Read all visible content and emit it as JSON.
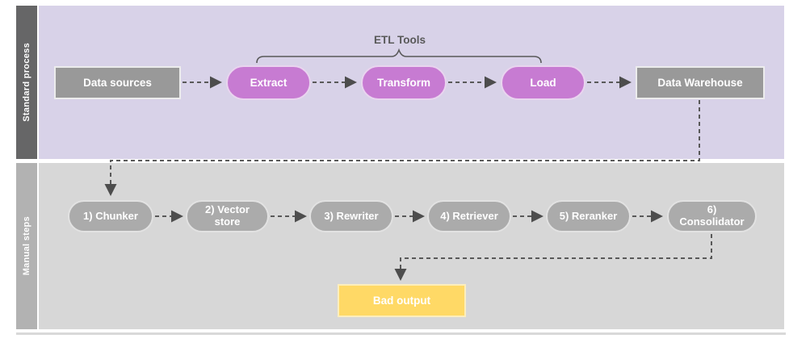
{
  "diagram": {
    "lanes": [
      {
        "id": "standard-process",
        "label": "Standard process"
      },
      {
        "id": "manual-steps",
        "label": "Manual steps"
      }
    ],
    "etl_tools_label": "ETL Tools",
    "standard_nodes": {
      "data_sources": "Data sources",
      "extract": "Extract",
      "transform": "Transform",
      "load": "Load",
      "data_warehouse": "Data Warehouse"
    },
    "manual_nodes": {
      "chunker": "1) Chunker",
      "vector_store": "2) Vector store",
      "rewriter": "3) Rewriter",
      "retriever": "4) Retriever",
      "reranker": "5) Reranker",
      "consolidator": "6) Consolidator"
    },
    "output_node": "Bad output",
    "colors": {
      "standard_lane_bg": "#d8d2e8",
      "standard_bar_bg": "#666667",
      "manual_lane_bg": "#d7d7d7",
      "manual_bar_bg": "#b2b2b2",
      "etl_pill_fill": "#c77bd2",
      "gray_box_fill": "#999999",
      "gray_pill_fill": "#ababab",
      "bad_output_fill": "#ffd966",
      "connector_color": "#595959",
      "label_text": "#ffffff"
    }
  }
}
